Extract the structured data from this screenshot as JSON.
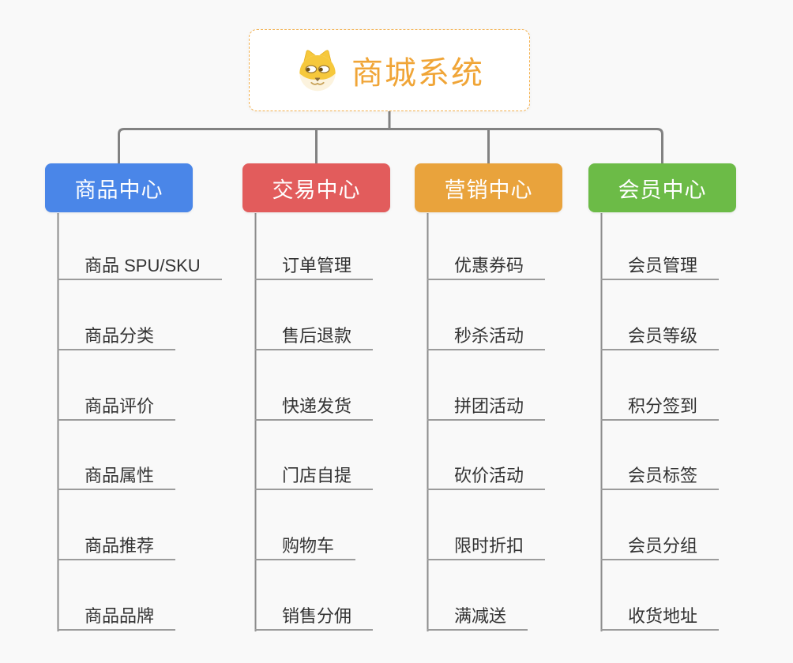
{
  "page": {
    "background_color": "#f9f9f9",
    "connector_color": "#828282",
    "underline_color": "#9c9c9c"
  },
  "root": {
    "title": "商城系统",
    "title_color": "#f0a537",
    "border_color": "#f3b04e",
    "icon": "dog-face-icon"
  },
  "branches": [
    {
      "label": "商品中心",
      "color": "#4a86e8",
      "items": [
        "商品 SPU/SKU",
        "商品分类",
        "商品评价",
        "商品属性",
        "商品推荐",
        "商品品牌"
      ]
    },
    {
      "label": "交易中心",
      "color": "#e25c5c",
      "items": [
        "订单管理",
        "售后退款",
        "快递发货",
        "门店自提",
        "购物车",
        "销售分佣"
      ]
    },
    {
      "label": "营销中心",
      "color": "#e9a33c",
      "items": [
        "优惠券码",
        "秒杀活动",
        "拼团活动",
        "砍价活动",
        "限时折扣",
        "满减送"
      ]
    },
    {
      "label": "会员中心",
      "color": "#6cbb47",
      "items": [
        "会员管理",
        "会员等级",
        "积分签到",
        "会员标签",
        "会员分组",
        "收货地址"
      ]
    }
  ]
}
